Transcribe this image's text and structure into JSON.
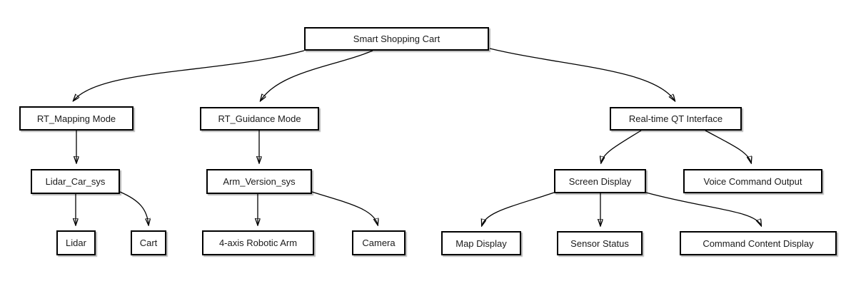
{
  "diagram": {
    "nodes": {
      "root": {
        "label": "Smart Shopping Cart"
      },
      "mapping_mode": {
        "label": "RT_Mapping Mode"
      },
      "guidance_mode": {
        "label": "RT_Guidance Mode"
      },
      "qt_interface": {
        "label": "Real-time QT Interface"
      },
      "lidar_car_sys": {
        "label": "Lidar_Car_sys"
      },
      "arm_version_sys": {
        "label": "Arm_Version_sys"
      },
      "screen_display": {
        "label": "Screen Display"
      },
      "voice_command_output": {
        "label": "Voice Command Output"
      },
      "lidar": {
        "label": "Lidar"
      },
      "cart": {
        "label": "Cart"
      },
      "robotic_arm": {
        "label": "4-axis Robotic Arm"
      },
      "camera": {
        "label": "Camera"
      },
      "map_display": {
        "label": "Map Display"
      },
      "sensor_status": {
        "label": "Sensor Status"
      },
      "command_content_display": {
        "label": "Command Content Display"
      }
    },
    "edges": [
      {
        "from": "Smart Shopping Cart",
        "to": "RT_Mapping Mode"
      },
      {
        "from": "Smart Shopping Cart",
        "to": "RT_Guidance Mode"
      },
      {
        "from": "Smart Shopping Cart",
        "to": "Real-time QT Interface"
      },
      {
        "from": "RT_Mapping Mode",
        "to": "Lidar_Car_sys"
      },
      {
        "from": "RT_Guidance Mode",
        "to": "Arm_Version_sys"
      },
      {
        "from": "Real-time QT Interface",
        "to": "Screen Display"
      },
      {
        "from": "Real-time QT Interface",
        "to": "Voice Command Output"
      },
      {
        "from": "Lidar_Car_sys",
        "to": "Lidar"
      },
      {
        "from": "Lidar_Car_sys",
        "to": "Cart"
      },
      {
        "from": "Arm_Version_sys",
        "to": "4-axis Robotic Arm"
      },
      {
        "from": "Arm_Version_sys",
        "to": "Camera"
      },
      {
        "from": "Screen Display",
        "to": "Map Display"
      },
      {
        "from": "Screen Display",
        "to": "Sensor Status"
      },
      {
        "from": "Screen Display",
        "to": "Command Content Display"
      }
    ],
    "colors": {
      "node_fill": "#ffffff",
      "node_border": "#000000",
      "edge": "#000000",
      "text": "#1a1a1a",
      "background": "#ffffff"
    }
  }
}
